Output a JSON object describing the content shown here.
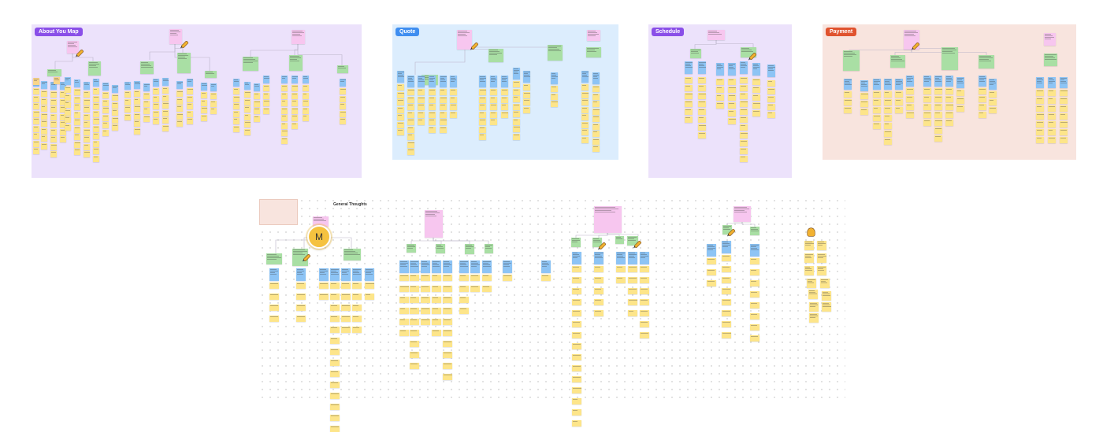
{
  "frames": [
    {
      "id": "about",
      "label": "About You Map",
      "bg": "#ece2fb",
      "label_color": "#8a4fe8"
    },
    {
      "id": "quote",
      "label": "Quote",
      "bg": "#dcedfd",
      "label_color": "#3f8ef0"
    },
    {
      "id": "schedule",
      "label": "Schedule",
      "bg": "#ece2fb",
      "label_color": "#8a4fe8"
    },
    {
      "id": "payment",
      "label": "Payment",
      "bg": "#f8e4de",
      "label_color": "#e0532f"
    }
  ],
  "board": {
    "title": "General Thoughts"
  },
  "avatar": {
    "initial": "M"
  },
  "colors": {
    "sticky_yellow": "#fde58a",
    "sticky_blue": "#8dc4f5",
    "sticky_green": "#a9dfa4",
    "sticky_pink": "#f7c6ef",
    "connector": "#b9b4c8"
  },
  "icons": [
    "pencil-icon",
    "user-icon"
  ]
}
